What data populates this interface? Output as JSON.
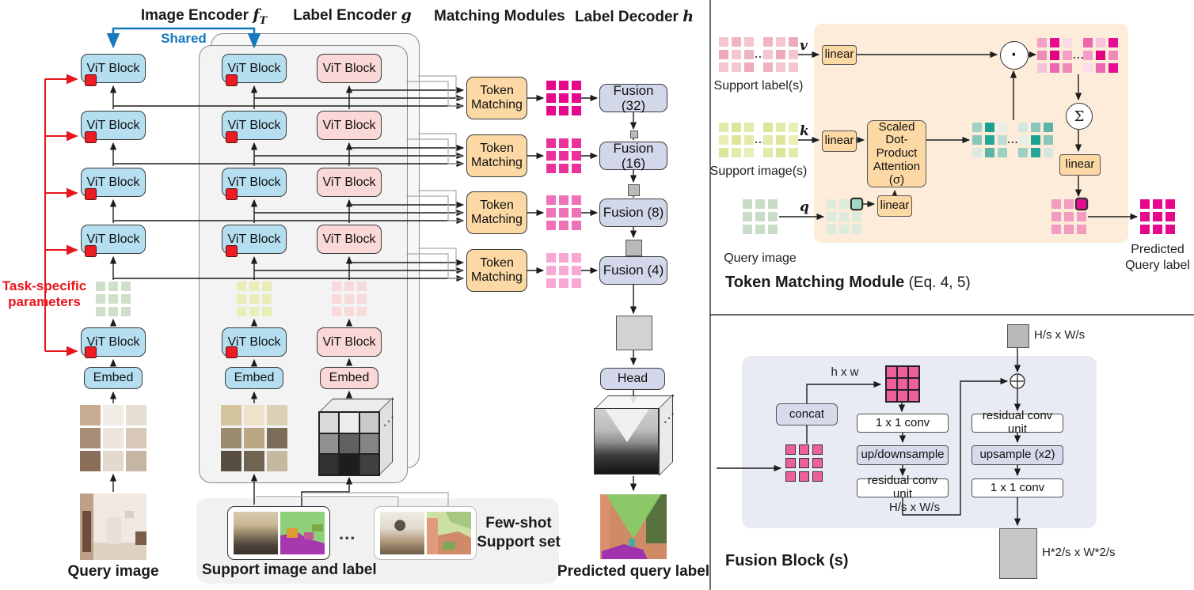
{
  "palette": {
    "accent_magenta": "#e6078c",
    "block_blue": "#b5dff0",
    "block_pink": "#f9d8d7",
    "module_orange": "#fbd8a4",
    "fusion_lavender": "#d2d8ea",
    "task_red": "#ed1c24",
    "shared_blue": "#1778be",
    "panel_orange": "#fcecd9",
    "panel_lavender": "#e9ebf4"
  },
  "left": {
    "headers": {
      "image_encoder": "Image Encoder ",
      "image_encoder_math": "f",
      "image_encoder_sub": "T",
      "label_encoder": "Label Encoder ",
      "label_encoder_math": "g",
      "matching": "Matching Modules",
      "decoder": "Label Decoder ",
      "decoder_math": "h"
    },
    "shared": "Shared",
    "task_specific": {
      "l1": "Task-specific",
      "l2": "parameters"
    },
    "vit_block": "ViT Block",
    "embed": "Embed",
    "token_matching": {
      "l1": "Token",
      "l2": "Matching"
    },
    "fusions": [
      "Fusion (32)",
      "Fusion (16)",
      "Fusion (8)",
      "Fusion (4)"
    ],
    "head": "Head",
    "ellipsis": "...",
    "cube_dots": "⋰",
    "captions": {
      "query": "Query image",
      "support": "Support image and label",
      "few_shot": {
        "l1": "Few-shot",
        "l2": "Support set"
      },
      "predicted": "Predicted query label"
    }
  },
  "tm_module": {
    "title": "Token Matching Module",
    "title_suffix": " (Eq. 4, 5)",
    "support_labels": "Support label(s)",
    "support_images": "Support image(s)",
    "query_image": "Query image",
    "predicted": {
      "l1": "Predicted",
      "l2": "Query label"
    },
    "v": "v",
    "k": "k",
    "q": "q",
    "linear": "linear",
    "attention": {
      "l1": "Scaled",
      "l2": "Dot-Product",
      "l3": "Attention (σ)"
    },
    "dot": "·",
    "sigma": "Σ",
    "ellipsis": "..."
  },
  "fusion_block": {
    "title": "Fusion Block (s)",
    "concat": "concat",
    "conv1": "1 x 1 conv",
    "updown": "up/downsample",
    "rcu": "residual conv unit",
    "rcu2": "residual conv unit",
    "upsample": "upsample (x2)",
    "conv2": "1 x 1 conv",
    "hw": "h x w",
    "hs_ws_top": "H/s x W/s",
    "hs_ws_mid": "H/s x W/s",
    "out_dims": "H*2/s x W*2/s"
  },
  "grids": {
    "q_col_tokens": "#cfe0ca",
    "s_col_tokens": "#e9edb6",
    "l_col_tokens": "#f8dadb",
    "tm_level_1": "#e6078c",
    "tm_level_2": "#e9339b",
    "tm_level_3": "#ef72b8",
    "tm_level_4": "#f7a8d3",
    "patch_query": [
      "#c8ab93",
      "#f1ece5",
      "#e7ded3",
      "#a98d77",
      "#ede6dd",
      "#d9c9b9",
      "#8b6f5b",
      "#e3d9cd",
      "#c5b5a3"
    ],
    "patch_support": [
      "#d5c59d",
      "#ede3c9",
      "#ddd1b5",
      "#9b8b6f",
      "#bba785",
      "#7b6d57",
      "#574d41",
      "#6f6351",
      "#c5b99f"
    ],
    "cube_label": [
      "#d9d9d9",
      "#ededed",
      "#c9c9c9",
      "#919191",
      "#616161",
      "#858585",
      "#313131",
      "#1d1d1d",
      "#414141"
    ],
    "support_label_a": [
      "#f4c6ce",
      "#f0b4c0",
      "#f4c6ce",
      "#eeaab8",
      "#f4c6ce",
      "#f0b4c0",
      "#f4c6ce",
      "#f4c6ce",
      "#eeaab8"
    ],
    "support_label_b": [
      "#f0b4c0",
      "#f4c6ce",
      "#eeaab8",
      "#f4c6ce",
      "#eeaab8",
      "#f4c6ce",
      "#f0b4c0",
      "#f4c6ce",
      "#f4c6ce"
    ],
    "support_image_a": [
      "#e4eaa8",
      "#dde59a",
      "#e4eaa8",
      "#e9efb6",
      "#dde59a",
      "#e4eaa8",
      "#dde59a",
      "#e4eaa8",
      "#e9efb6"
    ],
    "support_image_b": [
      "#dde59a",
      "#e4eaa8",
      "#e9efb6",
      "#e4eaa8",
      "#dde59a",
      "#e9efb6",
      "#e4eaa8",
      "#dde59a",
      "#e4eaa8"
    ],
    "mix_a": [
      "#f2a0c6",
      "#e60d90",
      "#fadce8",
      "#f08ab6",
      "#e20082",
      "#f2a0c6",
      "#f6c4da",
      "#ee66ae",
      "#f08ab6"
    ],
    "mix_b": [
      "#ee66ae",
      "#f6c4da",
      "#e60d90",
      "#f2a0c6",
      "#e20082",
      "#f08ab6",
      "#fadce8",
      "#ee66ae",
      "#e60d90"
    ],
    "teal_a": [
      "#9ed0c6",
      "#18a294",
      "#e6eee8",
      "#8ac6bb",
      "#23a89a",
      "#bedcd4",
      "#dce9e3",
      "#5cb4a7",
      "#9ed0c6"
    ],
    "teal_b": [
      "#d5e6e0",
      "#8ac6bb",
      "#5cb4a7",
      "#e6eee8",
      "#18a294",
      "#8ac6bb",
      "#9ed0c6",
      "#23a89a",
      "#d5e6e0"
    ],
    "query_mint": "#c8dcc8",
    "query_pale": [
      "#dcebdc",
      "#dcebdc",
      "#a2d8c6",
      "#dcebdc",
      "#dcebdc",
      "#dcebdc",
      "#dcebdc",
      "#dcebdc",
      "#dcebdc"
    ],
    "out_pink": [
      "#f29cc2",
      "#f29cc2",
      "#e60d90",
      "#f29cc2",
      "#f29cc2",
      "#f29cc2",
      "#f29cc2",
      "#f29cc2",
      "#f29cc2"
    ],
    "predicted": "#e6078c",
    "fb_pink": "#ee5f9e"
  }
}
